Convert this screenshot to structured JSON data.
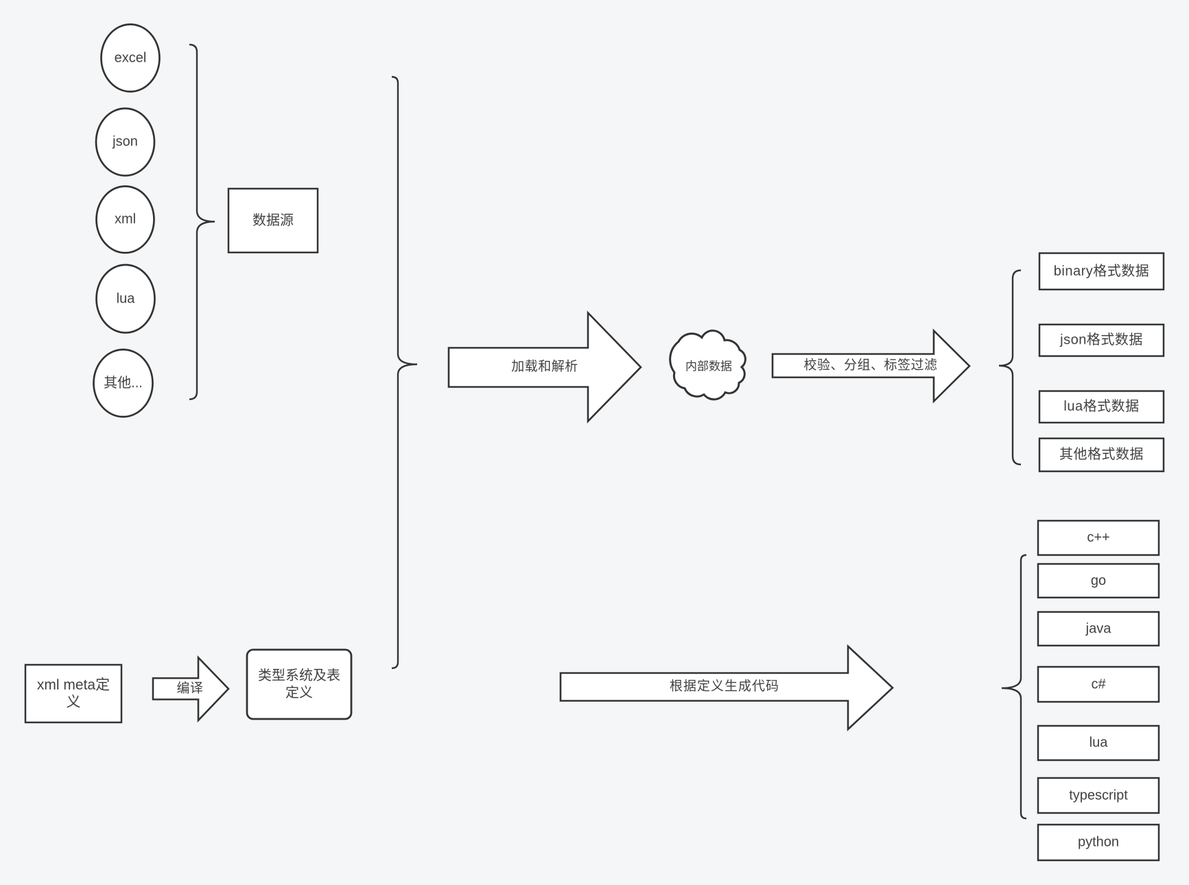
{
  "colors": {
    "background": "#f5f6f7",
    "shape_stroke": "#333333",
    "shape_fill": "#ffffff",
    "text": "#414141"
  },
  "diagram": {
    "sources": [
      {
        "label": "excel"
      },
      {
        "label": "json"
      },
      {
        "label": "xml"
      },
      {
        "label": "lua"
      },
      {
        "label": "其他..."
      }
    ],
    "data_source_box": {
      "label": "数据源"
    },
    "load_arrow": {
      "label": "加载和解析"
    },
    "internal_data_cloud": {
      "label": "内部数据"
    },
    "filter_arrow": {
      "label": "校验、分组、标签过滤"
    },
    "format_outputs": [
      {
        "label": "binary格式数据"
      },
      {
        "label": "json格式数据"
      },
      {
        "label": "lua格式数据"
      },
      {
        "label": "其他格式数据"
      }
    ],
    "xml_meta_box": {
      "label": "xml meta定义"
    },
    "compile_arrow": {
      "label": "编译"
    },
    "type_system_box": {
      "label": "类型系统及表定义"
    },
    "codegen_arrow": {
      "label": "根据定义生成代码"
    },
    "languages": [
      {
        "label": "c++"
      },
      {
        "label": "go"
      },
      {
        "label": "java"
      },
      {
        "label": "c#"
      },
      {
        "label": "lua"
      },
      {
        "label": "typescript"
      },
      {
        "label": "python"
      }
    ]
  }
}
